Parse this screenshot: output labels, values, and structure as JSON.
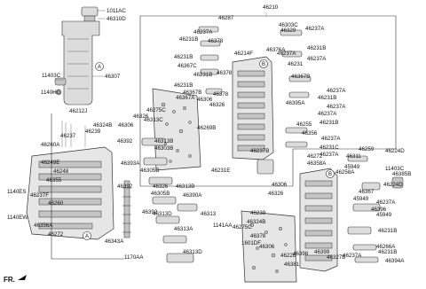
{
  "direction_label": "FR.",
  "callouts": [
    "A",
    "B"
  ],
  "labels": [
    "1011AC",
    "46310D",
    "46307",
    "11403C",
    "1140HG",
    "46212J",
    "46326",
    "46306",
    "46324B",
    "46237",
    "46239",
    "46260A",
    "46249E",
    "46248",
    "46355",
    "1140ES",
    "46237F",
    "46260",
    "1140EW",
    "46356A",
    "46272",
    "46313C",
    "46392",
    "46313B",
    "46303B",
    "46393A",
    "46305B",
    "46392",
    "46326",
    "46313B",
    "46305B",
    "46390A",
    "46392",
    "46313D",
    "46313",
    "46313A",
    "46313D",
    "46343A",
    "1170AA",
    "46287",
    "46210",
    "46237A",
    "46303C",
    "46329",
    "46237A",
    "46231B",
    "46231B",
    "46378",
    "46237A",
    "46231B",
    "46237A",
    "46376A",
    "46231",
    "46367C",
    "46378",
    "46231B",
    "46231B",
    "46214F",
    "46367B",
    "46378",
    "46367B",
    "46237A",
    "46237A",
    "46231B",
    "46395A",
    "46237A",
    "46231B",
    "46367A",
    "46275C",
    "46306",
    "46326",
    "46269B",
    "46255",
    "46356",
    "46237A",
    "46231C",
    "46237A",
    "46272",
    "46358A",
    "46237B",
    "46224D",
    "46231E",
    "46259",
    "46311",
    "45949",
    "46258A",
    "11403C",
    "46385B",
    "46224D",
    "46367",
    "45949",
    "46237A",
    "46396",
    "45949",
    "46306",
    "46326",
    "1141AA",
    "46275C",
    "46239",
    "46324B",
    "46378",
    "1601DF",
    "46306",
    "46226",
    "46381",
    "46398",
    "46399",
    "46327B",
    "46237A",
    "46266A",
    "46231B",
    "46394A",
    "46231B"
  ]
}
